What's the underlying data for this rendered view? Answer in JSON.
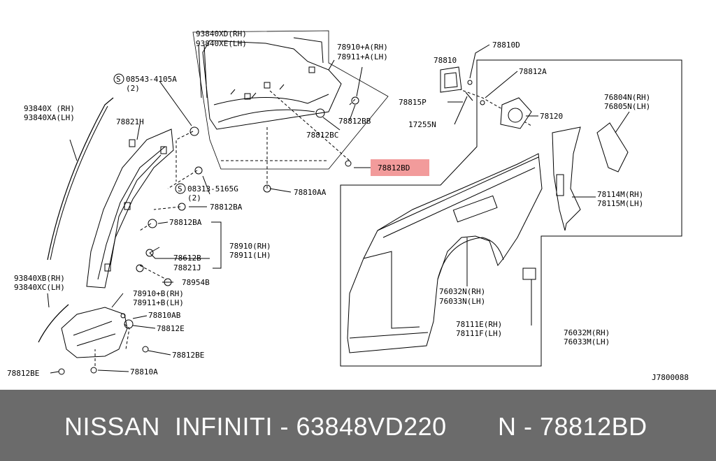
{
  "parts": {
    "p1": "93840XD(RH)",
    "p2": "93840XE(LH)",
    "p3": "78910+A(RH)",
    "p4": "78911+A(LH)",
    "p5": "08543-4105A",
    "p6": "(2)",
    "p7": "93840X (RH)",
    "p8": "93840XA(LH)",
    "p9": "78821H",
    "p10": "78812BB",
    "p11": "78812BC",
    "p12": "78812BD",
    "p13": "78810AA",
    "p14": "08313-5165G",
    "p15": "(2)",
    "p16": "78812BA",
    "p17": "78812BA",
    "p18": "78910(RH)",
    "p19": "78911(LH)",
    "p20": "78612B",
    "p21": "78821J",
    "p22": "78954B",
    "p23": "93840XB(RH)",
    "p24": "93840XC(LH)",
    "p25": "78910+B(RH)",
    "p26": "78911+B(LH)",
    "p27": "78810AB",
    "p28": "78812E",
    "p29": "78812BE",
    "p30": "78812BE",
    "p31": "78810A",
    "p32": "78810",
    "p33": "78810D",
    "p34": "78812A",
    "p35": "78815P",
    "p36": "17255N",
    "p37": "78120",
    "p38": "76804N(RH)",
    "p39": "76805N(LH)",
    "p40": "78114M(RH)",
    "p41": "78115M(LH)",
    "p42": "76032N(RH)",
    "p43": "76033N(LH)",
    "p44": "78111E(RH)",
    "p45": "78111F(LH)",
    "p46": "76032M(RH)",
    "p47": "76033M(LH)"
  },
  "diagram_code": "J7800088",
  "highlight_color": "#f08a8a",
  "footer": {
    "left": "NISSAN  INFINITI - 63848VD220",
    "right": "N - 78812BD",
    "background": "#6b6b6b"
  }
}
